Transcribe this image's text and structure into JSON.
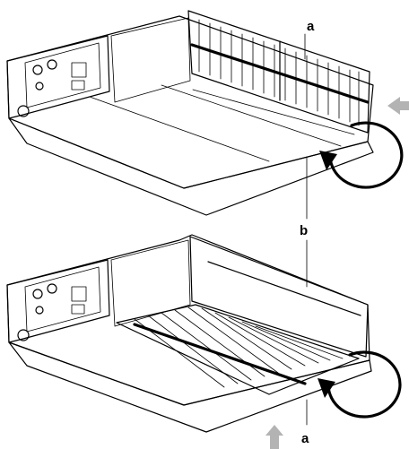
{
  "diagram": {
    "labels": {
      "top_a": "a",
      "b": "b",
      "bottom_a": "a"
    },
    "colors": {
      "line": "#000000",
      "arrow": "#b3b3b3",
      "face_dark": "#4a4a4a",
      "background": "#ffffff"
    },
    "icons": {
      "rotation": "circular-arrow-icon",
      "airflow": "airflow-arrow-icon"
    }
  }
}
